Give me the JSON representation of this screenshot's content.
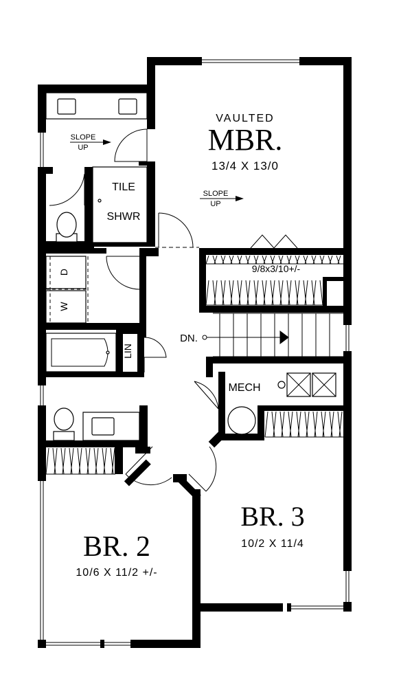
{
  "rooms": {
    "mbr": {
      "prefix": "VAULTED",
      "name": "MBR.",
      "size": "13/4 X 13/0"
    },
    "br2": {
      "name": "BR. 2",
      "size": "10/6 X 11/2 +/-"
    },
    "br3": {
      "name": "BR. 3",
      "size": "10/2 X 11/4"
    },
    "mech": {
      "name": "MECH"
    },
    "closet": {
      "size": "9/8x3/10+/-"
    },
    "shower": {
      "line1": "TILE",
      "line2": "SHWR"
    },
    "linen": {
      "name": "LIN"
    },
    "laundry": {
      "washer": "W",
      "dryer": "D"
    }
  },
  "notes": {
    "slope_bath": {
      "line1": "SLOPE",
      "line2": "UP"
    },
    "slope_mbr": {
      "line1": "SLOPE",
      "line2": "UP"
    },
    "stair": {
      "label": "DN."
    }
  }
}
